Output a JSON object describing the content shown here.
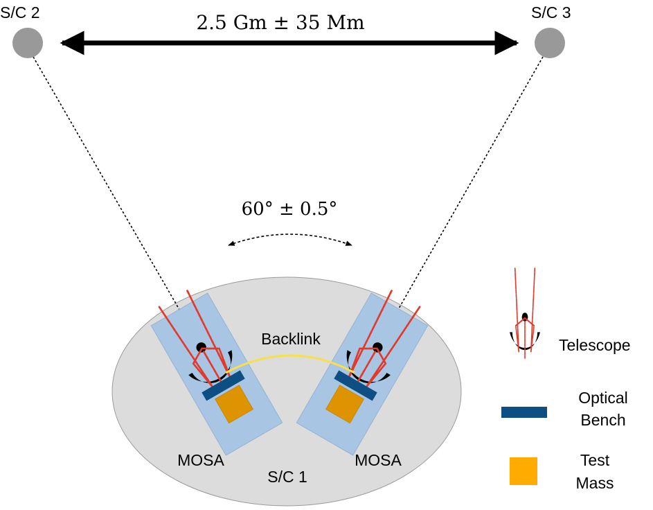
{
  "labels": {
    "sc2": "S/C 2",
    "sc3": "S/C 3",
    "sc1": "S/C 1",
    "distance": "2.5 Gm ± 35 Mm",
    "angle": "60° ± 0.5°",
    "backlink": "Backlink",
    "mosa_left": "MOSA",
    "mosa_right": "MOSA"
  },
  "legend": {
    "telescope": "Telescope",
    "optical_bench_line1": "Optical",
    "optical_bench_line2": "Bench",
    "test_mass_line1": "Test",
    "test_mass_line2": "Mass"
  },
  "colors": {
    "spacecraft_body": "#dcdcdc",
    "satellite": "#999999",
    "mosa": "#a8c6e3",
    "telescope": "#e03a2a",
    "optical_bench": "#0d4f82",
    "test_mass": "#de9400",
    "test_mass_legend": "#ffab00",
    "backlink": "#f7e04a"
  }
}
